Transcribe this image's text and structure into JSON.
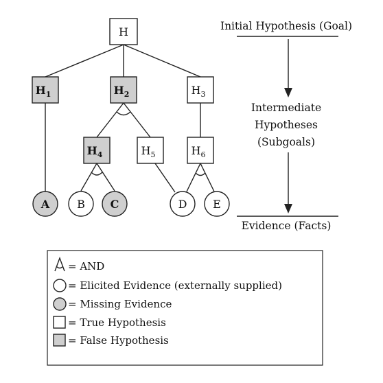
{
  "tree": {
    "root": {
      "base": "H",
      "sub": "",
      "state": "true"
    },
    "h1": {
      "base": "H",
      "sub": "1",
      "state": "false"
    },
    "h2": {
      "base": "H",
      "sub": "2",
      "state": "false"
    },
    "h3": {
      "base": "H",
      "sub": "3",
      "state": "true"
    },
    "h4": {
      "base": "H",
      "sub": "4",
      "state": "false"
    },
    "h5": {
      "base": "H",
      "sub": "5",
      "state": "true"
    },
    "h6": {
      "base": "H",
      "sub": "6",
      "state": "true"
    },
    "ev_a": {
      "label": "A",
      "state": "missing"
    },
    "ev_b": {
      "label": "B",
      "state": "elicited"
    },
    "ev_c": {
      "label": "C",
      "state": "missing"
    },
    "ev_d": {
      "label": "D",
      "state": "elicited"
    },
    "ev_e": {
      "label": "E",
      "state": "elicited"
    }
  },
  "side": {
    "goal": "Initial Hypothesis (Goal)",
    "intermediate": [
      "Intermediate",
      "Hypotheses",
      "(Subgoals)"
    ],
    "evidence": "Evidence (Facts)"
  },
  "legend": {
    "items": [
      {
        "symbol": "and-arc",
        "text": "= AND"
      },
      {
        "symbol": "open-circle",
        "text": "= Elicited Evidence (externally supplied)"
      },
      {
        "symbol": "shaded-circle",
        "text": "= Missing Evidence"
      },
      {
        "symbol": "open-square",
        "text": "= True Hypothesis"
      },
      {
        "symbol": "shaded-square",
        "text": "= False Hypothesis"
      }
    ]
  },
  "colors": {
    "shaded": "#cfcfcf",
    "stroke": "#222222",
    "open": "#ffffff"
  }
}
